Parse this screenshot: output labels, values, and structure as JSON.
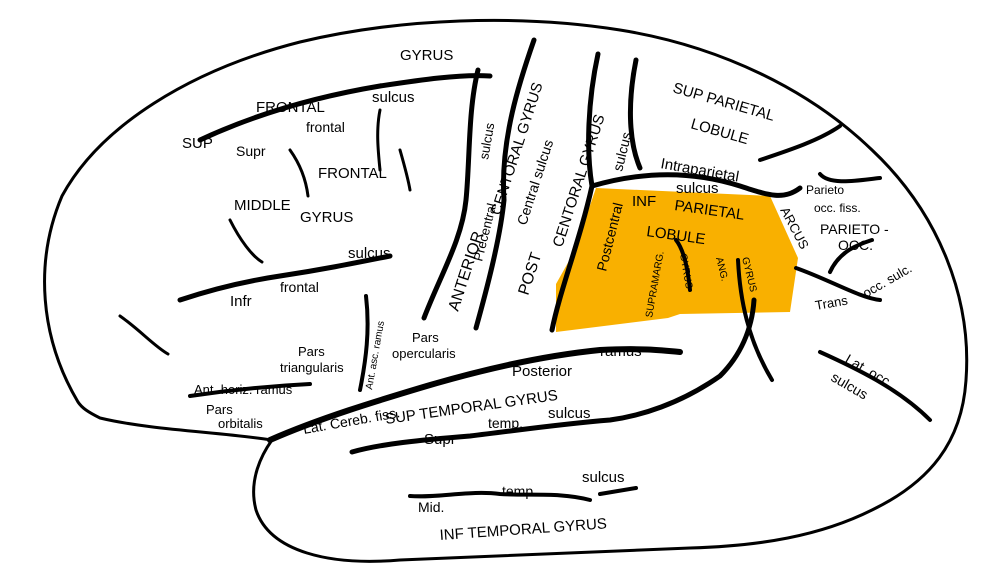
{
  "colors": {
    "background": "#ffffff",
    "outline": "#000000",
    "highlight": "#f9b000"
  },
  "labels": {
    "gyrus_top": "GYRUS",
    "sup": "SUP",
    "frontal_top": "FRONTAL",
    "sulcus_sup_frontal": "sulcus",
    "supr": "Supr",
    "frontal_supr": "frontal",
    "middle": "MIDDLE",
    "frontal_mid": "FRONTAL",
    "gyrus_mid": "GYRUS",
    "infr": "Infr",
    "frontal_infr": "frontal",
    "sulcus_infr": "sulcus",
    "sulcus_precentral_top": "sulcus",
    "precentral": "Precentral",
    "anterior": "ANTERIOR",
    "central_gyrus": "CENTORAL GYRUS",
    "central_sulcus": "Central sulcus",
    "post": "POST",
    "postcentral_gyrus": "CENTORAL GYRUS",
    "sulcus_postcentral": "sulcus",
    "postcentral": "Postcentral",
    "sup_parietal": "SUP PARIETAL",
    "lobule_top": "LOBULE",
    "intraparietal": "Intraparietal",
    "sulcus_intraparietal": "sulcus",
    "inf": "INF",
    "parietal": "PARIETAL",
    "lobule_inf": "LOBULE",
    "supramarg": "SUPRAMARG.",
    "gyrus_supramarg": "GYRUS",
    "ang": "ANG.",
    "gyrus_ang": "GYRUS",
    "parieto": "Parieto",
    "occ_fiss": "occ. fiss.",
    "arcus": "ARCUS",
    "parieto_occ1": "PARIETO -",
    "parieto_occ2": "OCC.",
    "trans": "Trans",
    "occ_sulc": "occ. sulc.",
    "lat_occ": "Lat. occ.",
    "sulcus_lat_occ": "sulcus",
    "pars_triangularis1": "Pars",
    "pars_triangularis2": "triangularis",
    "ant_asc_ramus": "Ant. asc. ramus",
    "pars_opercularis1": "Pars",
    "pars_opercularis2": "opercularis",
    "ant_horiz_ramus": "Ant. horiz. ramus",
    "pars_orbitalis1": "Pars",
    "pars_orbitalis2": "orbitalis",
    "lat_cereb_fiss": "Lat. Cereb. fiss.",
    "posterior": "Posterior",
    "ramus": "ramus",
    "sup_temporal_gyrus": "SUP TEMPORAL GYRUS",
    "supr_temp": "Supr",
    "temp_supr": "temp.",
    "sulcus_sup_temp": "sulcus",
    "mid": "Mid.",
    "temp_mid": "temp.",
    "sulcus_mid_temp": "sulcus",
    "inf_temporal_gyrus": "INF TEMPORAL GYRUS"
  }
}
